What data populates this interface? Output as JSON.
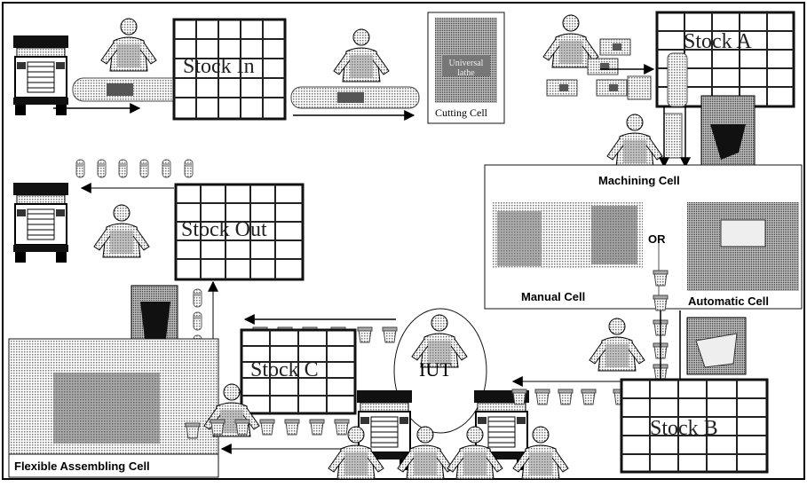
{
  "stocks": {
    "stock_in": "Stock In",
    "stock_a": "Stock A",
    "stock_out": "Stock Out",
    "stock_c": "Stock C",
    "stock_b": "Stock B"
  },
  "cells": {
    "cutting": "Cutting Cell",
    "machining": "Machining Cell",
    "manual": "Manual Cell",
    "automatic": "Automatic Cell",
    "assembling": "Flexible Assembling Cell",
    "or_label": "OR"
  },
  "iut_label": "IUT",
  "lathe_label": "Universal lathe",
  "colors": {
    "line": "#000000",
    "grid": "#222222",
    "dither": "#9a9a9a",
    "arrow_line": "#555555"
  }
}
